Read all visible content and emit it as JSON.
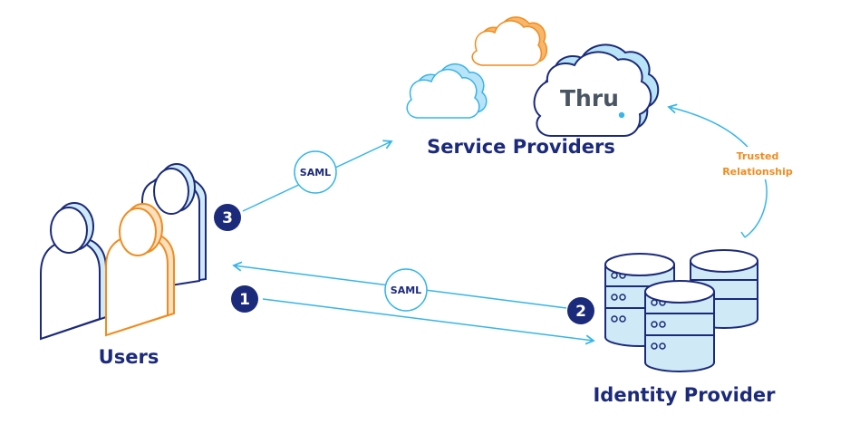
{
  "labels": {
    "users": "Users",
    "service_providers": "Service Providers",
    "identity_provider": "Identity Provider",
    "trusted_line1": "Trusted",
    "trusted_line2": "Relationship",
    "saml_top": "SAML",
    "saml_middle": "SAML",
    "logo": "Thru"
  },
  "steps": [
    "1",
    "2",
    "3"
  ],
  "colors": {
    "navy": "#1b2a7a",
    "blue_line": "#35b5e8",
    "orange": "#f08c1e",
    "light_blue": "#cfe9f7",
    "logo_grey": "#4a5563",
    "logo_dot": "#35b5e8"
  }
}
